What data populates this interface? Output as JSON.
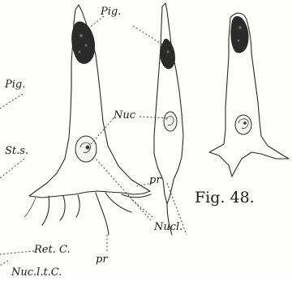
{
  "figure_caption": "Fig. 48.",
  "labels": {
    "pig_top": "Pig.",
    "pig_left": "Pig.",
    "nuc": "Nuc",
    "st_s": "St.s.",
    "pr_right": "pr",
    "pr_bottom": "pr",
    "nucl": "Nucl.",
    "ret_c": "Ret. C.",
    "nuc_l_c": "Nuc.l.t.C."
  }
}
